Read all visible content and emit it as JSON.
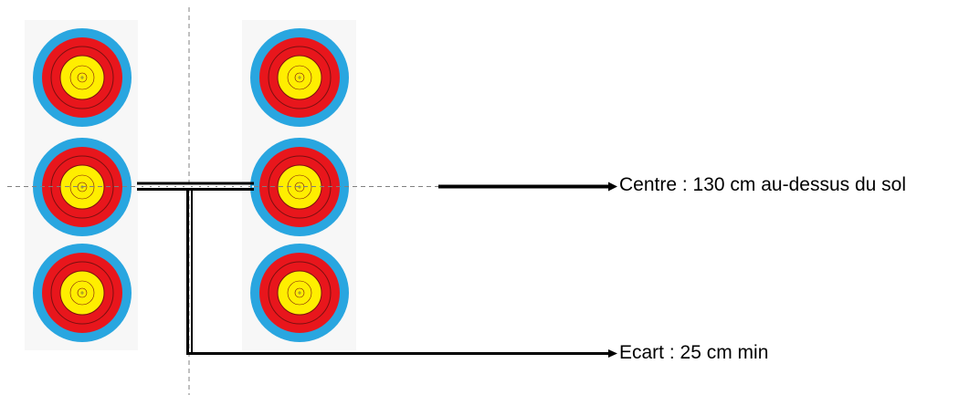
{
  "labels": {
    "centre": "Centre : 130 cm au-dessus du sol",
    "ecart": "Ecart : 25 cm min"
  },
  "targets": {
    "columns": 2,
    "per_column": 3,
    "ring_colors": {
      "outer": "#29a6e0",
      "red": "#e8161c",
      "gold": "#ffee00",
      "ring_line": "#7a1010",
      "card_bg": "#f7f7f7"
    }
  },
  "guides": {
    "dash_color": "#808080",
    "arrow_color": "#000000"
  }
}
